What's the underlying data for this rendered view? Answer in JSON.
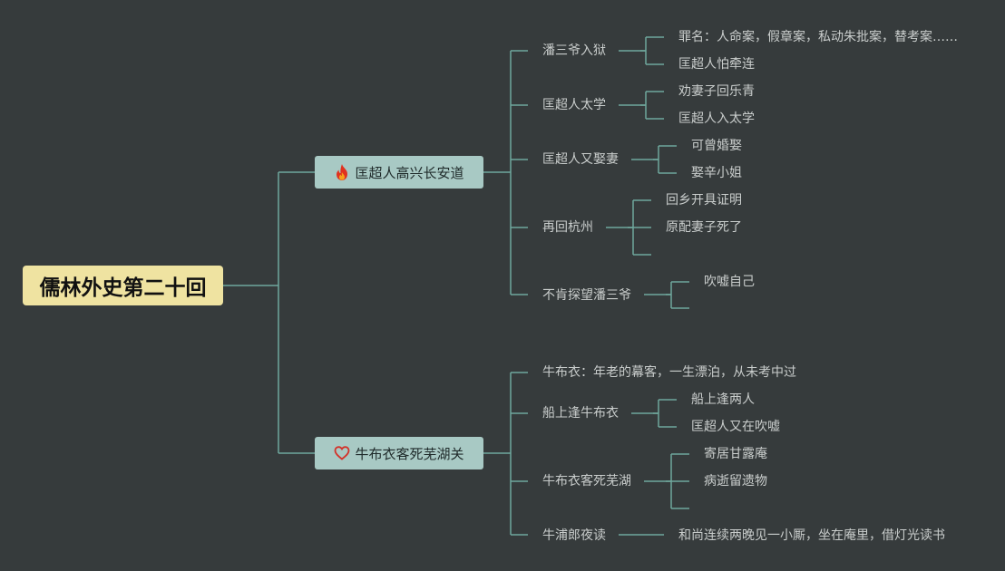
{
  "root": {
    "label": "儒林外史第二十回"
  },
  "colors": {
    "background": "#363b3c",
    "root": "#efe3a1",
    "branch": "#a8c9c4",
    "line": "#6fa89d",
    "text": "#c9cdcc"
  },
  "branches": [
    {
      "icon": "fire-icon",
      "label": "匡超人高兴长安道",
      "topics": [
        {
          "label": "潘三爷入狱",
          "details": [
            "罪名：人命案，假章案，私动朱批案，替考案……",
            "匡超人怕牵连"
          ]
        },
        {
          "label": "匡超人太学",
          "details": [
            "劝妻子回乐青",
            "匡超人入太学"
          ]
        },
        {
          "label": "匡超人又娶妻",
          "details": [
            "可曾婚娶",
            "娶辛小姐"
          ]
        },
        {
          "label": "再回杭州",
          "details": [
            "回乡开具证明",
            "原配妻子死了",
            ""
          ]
        },
        {
          "label": "不肯探望潘三爷",
          "details": [
            "吹嘘自己",
            ""
          ]
        }
      ]
    },
    {
      "icon": "heart-icon",
      "label": "牛布衣客死芜湖关",
      "topics": [
        {
          "label": "牛布衣：年老的幕客，一生漂泊，从未考中过",
          "details": []
        },
        {
          "label": "船上逢牛布衣",
          "details": [
            "船上逢两人",
            "匡超人又在吹嘘"
          ]
        },
        {
          "label": "牛布衣客死芜湖",
          "details": [
            "寄居甘露庵",
            "病逝留遗物",
            ""
          ]
        },
        {
          "label": "牛浦郎夜读",
          "details": [
            "和尚连续两晚见一小厮，坐在庵里，借灯光读书"
          ]
        }
      ]
    }
  ]
}
